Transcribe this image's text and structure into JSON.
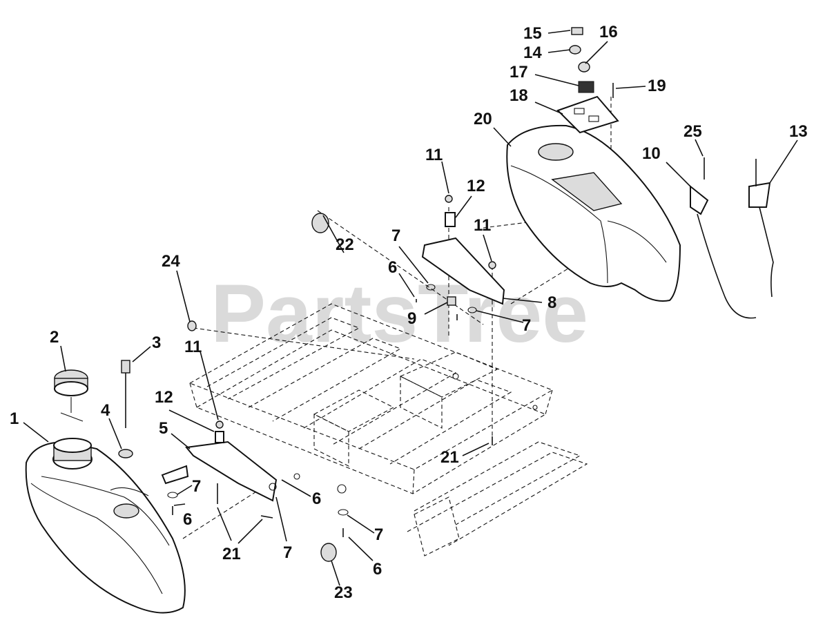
{
  "watermark": "PartsTree",
  "callouts": [
    {
      "key": "c1",
      "label": "1"
    },
    {
      "key": "c2",
      "label": "2"
    },
    {
      "key": "c3",
      "label": "3"
    },
    {
      "key": "c4",
      "label": "4"
    },
    {
      "key": "c5",
      "label": "5"
    },
    {
      "key": "c6a",
      "label": "6"
    },
    {
      "key": "c6b",
      "label": "6"
    },
    {
      "key": "c6c",
      "label": "6"
    },
    {
      "key": "c6d",
      "label": "6"
    },
    {
      "key": "c7a",
      "label": "7"
    },
    {
      "key": "c7b",
      "label": "7"
    },
    {
      "key": "c7c",
      "label": "7"
    },
    {
      "key": "c7d",
      "label": "7"
    },
    {
      "key": "c7e",
      "label": "7"
    },
    {
      "key": "c8",
      "label": "8"
    },
    {
      "key": "c9",
      "label": "9"
    },
    {
      "key": "c10",
      "label": "10"
    },
    {
      "key": "c11a",
      "label": "11"
    },
    {
      "key": "c11b",
      "label": "11"
    },
    {
      "key": "c11c",
      "label": "11"
    },
    {
      "key": "c12a",
      "label": "12"
    },
    {
      "key": "c12b",
      "label": "12"
    },
    {
      "key": "c13",
      "label": "13"
    },
    {
      "key": "c14",
      "label": "14"
    },
    {
      "key": "c15",
      "label": "15"
    },
    {
      "key": "c16",
      "label": "16"
    },
    {
      "key": "c17",
      "label": "17"
    },
    {
      "key": "c18",
      "label": "18"
    },
    {
      "key": "c19",
      "label": "19"
    },
    {
      "key": "c20",
      "label": "20"
    },
    {
      "key": "c21a",
      "label": "21"
    },
    {
      "key": "c21b",
      "label": "21"
    },
    {
      "key": "c22",
      "label": "22"
    },
    {
      "key": "c23",
      "label": "23"
    },
    {
      "key": "c24",
      "label": "24"
    },
    {
      "key": "c25",
      "label": "25"
    }
  ]
}
